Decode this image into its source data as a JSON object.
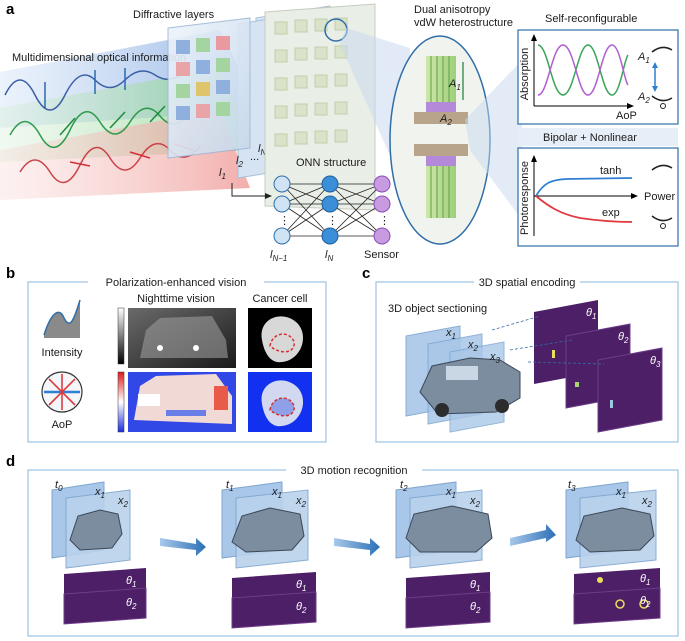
{
  "panels": {
    "a": "a",
    "b": "b",
    "c": "c",
    "d": "d"
  },
  "a": {
    "diffractive_layers": "Diffractive layers",
    "multidim_info": "Multidimensional optical information",
    "dual_line1": "Dual anisotropy",
    "dual_line2": "vdW heterostructure",
    "self_reconfig": "Self-reconfigurable",
    "absorption": "Absorption",
    "aop": "AoP",
    "a1": "A",
    "a1_sub": "1",
    "a2": "A",
    "a2_sub": "2",
    "bipolar": "Bipolar + Nonlinear",
    "photoresponse": "Photoresponse",
    "power": "Power",
    "tanh": "tanh",
    "exp": "exp",
    "onn_structure": "ONN structure",
    "l1": "l",
    "l1_sub": "1",
    "l2": "l",
    "l2_sub": "2",
    "ln": "l",
    "ln_sub": "N",
    "dots": "...",
    "lnm1": "l",
    "lnm1_sub": "N−1",
    "lN": "l",
    "lN_sub": "N",
    "sensor": "Sensor",
    "vdots": "⋮"
  },
  "b": {
    "title": "Polarization-enhanced vision",
    "nighttime": "Nighttime vision",
    "cancer": "Cancer cell",
    "intensity": "Intensity",
    "aop": "AoP"
  },
  "c": {
    "title": "3D spatial encoding",
    "sectioning": "3D object sectioning",
    "x": "x",
    "x1_sub": "1",
    "x2_sub": "2",
    "x3_sub": "3",
    "theta": "θ",
    "t1_sub": "1",
    "t2_sub": "2",
    "t3_sub": "3"
  },
  "d": {
    "title": "3D motion recognition",
    "t": "t",
    "t0_sub": "0",
    "t1_sub": "1",
    "t2_sub": "2",
    "t3_sub": "3",
    "x": "x",
    "x1_sub": "1",
    "x2_sub": "2",
    "theta": "θ",
    "th1_sub": "1",
    "th2_sub": "2"
  },
  "colors": {
    "green_curve": "#3aa55b",
    "purple_curve": "#b25fd1",
    "blue_curve": "#2f7fd1",
    "red_curve": "#e0393e",
    "panel_border": "#9cc2e2",
    "slice_blue": "#a9c7e8",
    "feature_purple": "#4c1f66",
    "node_light": "#cfe3f5",
    "node_mid": "#3b8fd8",
    "node_purple": "#c89ae0"
  }
}
